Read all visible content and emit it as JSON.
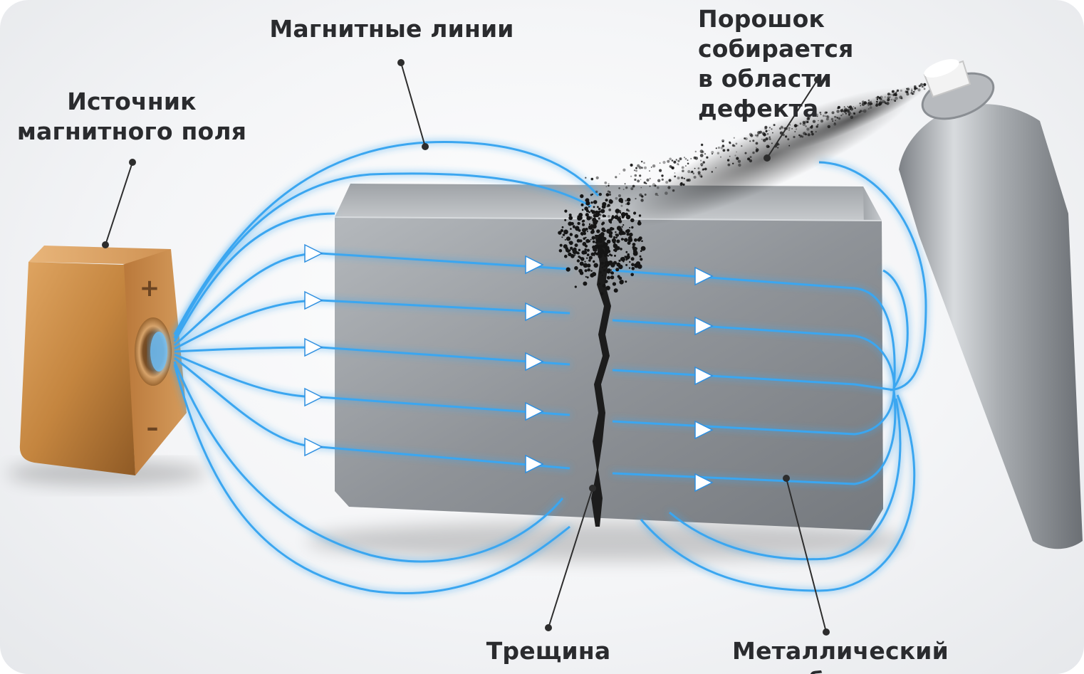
{
  "labels": {
    "source": [
      "Источник",
      "магнитного поля"
    ],
    "field_lines": "Магнитные линии",
    "powder": [
      "Порошок собирается",
      "в области дефекта"
    ],
    "crack": "Трещина",
    "object": "Металлический объект"
  },
  "source_signs": {
    "plus": "+",
    "minus": "–"
  },
  "colors": {
    "field_line": "#3aa6f0",
    "copper": "#c98845",
    "steel": "#9a9ea3",
    "powder": "#1a1a1a"
  }
}
